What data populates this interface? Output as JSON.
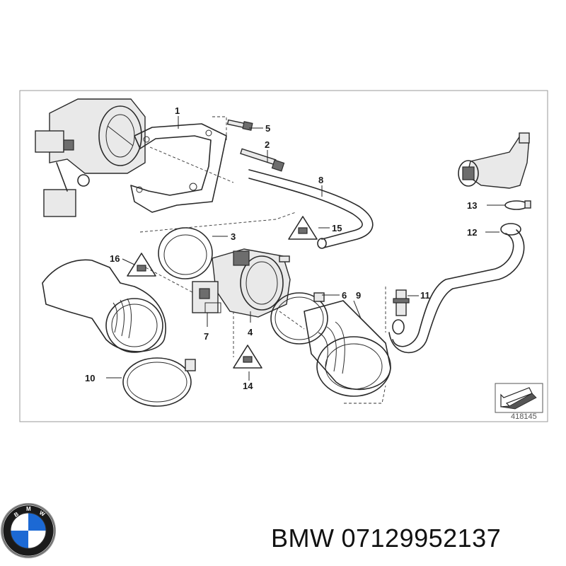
{
  "diagram": {
    "doc_number": "418145",
    "callouts": [
      "1",
      "2",
      "3",
      "4",
      "5",
      "6",
      "7",
      "8",
      "9",
      "10",
      "11",
      "12",
      "13",
      "14",
      "15",
      "16"
    ]
  },
  "caption": {
    "brand": "BMW",
    "part_number": "07129952137"
  },
  "logo": {
    "icon": "bmw-roundel-icon",
    "colors": {
      "blue": "#1c69d4",
      "black": "#111111",
      "white": "#ffffff"
    },
    "lettering": "BMW"
  }
}
